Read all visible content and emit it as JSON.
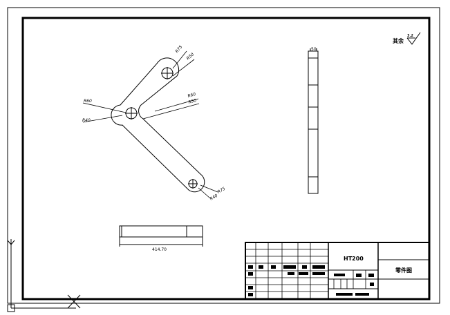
{
  "drawing": {
    "surface_note": "其余",
    "roughness_value": "3.2",
    "dims": {
      "r75_top": "R75",
      "r50_top": "R50",
      "r60_a": "R60",
      "r40_a": "R40",
      "r60_b": "R60",
      "r50_b": "R50",
      "r75_bottom": "R75",
      "r40_bottom": "R40",
      "side_width": "50",
      "bottom_length": "414.70"
    },
    "title_block": {
      "material": "HT200",
      "drawing_name": "零件图"
    }
  }
}
